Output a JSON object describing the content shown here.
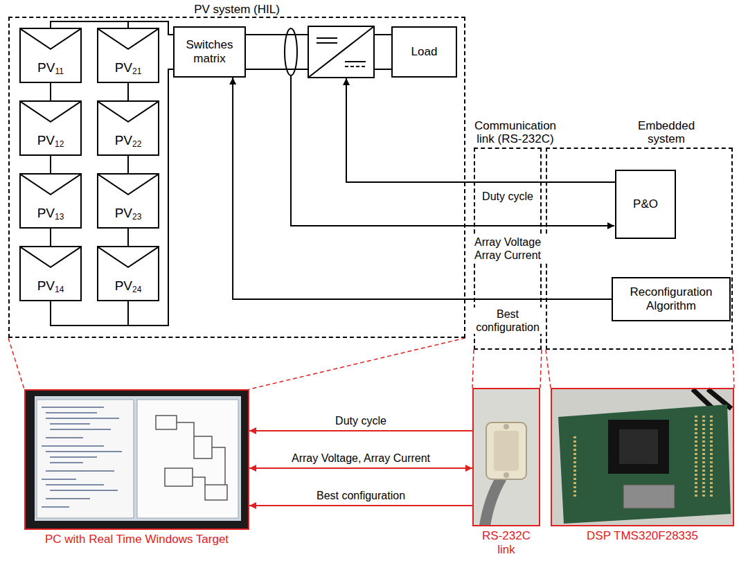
{
  "diagram": {
    "nodes": [
      {
        "text": [
          "PV system (HIL)"
        ]
      },
      {
        "text": [
          "PV11"
        ],
        "in": 0
      },
      {
        "text": [
          "PV12"
        ],
        "in": 0
      },
      {
        "text": [
          "PV13"
        ],
        "in": 0
      },
      {
        "text": [
          "PV14"
        ],
        "in": 0
      },
      {
        "text": [
          "PV21"
        ],
        "in": 0
      },
      {
        "text": [
          "PV22"
        ],
        "in": 0
      },
      {
        "text": [
          "PV23"
        ],
        "in": 0
      },
      {
        "text": [
          "PV24"
        ],
        "in": 0
      },
      {
        "text": [
          "Switches matrix"
        ],
        "in": 0
      },
      {
        "text": [
          "Load"
        ],
        "in": 0
      },
      {
        "text": [
          "Communication link (RS-232C)"
        ]
      },
      {
        "text": [
          "Embedded system"
        ]
      },
      {
        "text": [
          "P&O"
        ],
        "in": 12
      },
      {
        "text": [
          "Reconfiguration Algorithm"
        ],
        "in": 12
      },
      {
        "text": [
          "PC with Real Time Windows Target"
        ]
      },
      {
        "text": [
          "RS-232C link"
        ]
      },
      {
        "text": [
          "DSP TMS320F28335"
        ]
      }
    ],
    "edges": [
      {
        "from": 14,
        "to": 9,
        "label": "Best configuration",
        "arrow": "to"
      },
      {
        "from": 16,
        "to": 15,
        "label": "Duty cycle",
        "arrow": "to"
      },
      {
        "from": 15,
        "to": 16,
        "label": "Array Voltage, Array Current",
        "arrow": "both"
      },
      {
        "from": 16,
        "to": 15,
        "label": "Best configuration",
        "arrow": "to"
      },
      {
        "from": 0,
        "to": 15,
        "arrow": "none"
      },
      {
        "from": 0,
        "to": 15,
        "arrow": "none"
      },
      {
        "from": 11,
        "to": 16,
        "arrow": "none"
      },
      {
        "from": 11,
        "to": 16,
        "arrow": "none"
      },
      {
        "from": 12,
        "to": 17,
        "arrow": "none"
      },
      {
        "from": 12,
        "to": 17,
        "arrow": "none"
      }
    ],
    "labels": [
      "Duty cycle",
      "Array Voltage Array Current"
    ]
  }
}
